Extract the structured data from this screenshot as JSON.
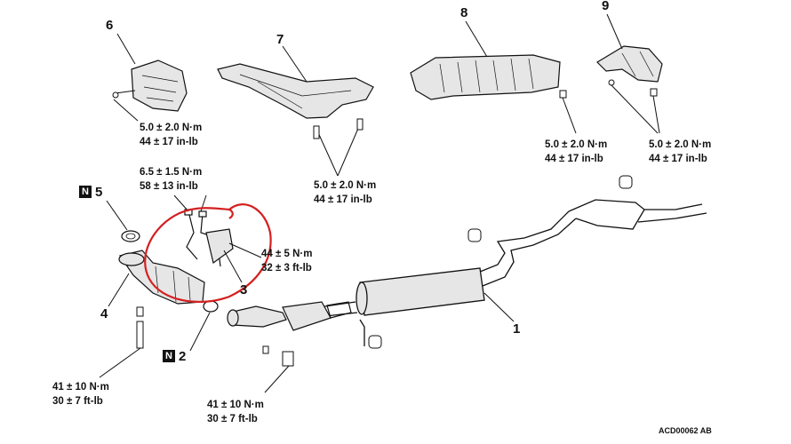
{
  "parts": [
    {
      "number": "1"
    },
    {
      "number": "2",
      "marker": "N"
    },
    {
      "number": "3"
    },
    {
      "number": "4"
    },
    {
      "number": "5",
      "marker": "N"
    },
    {
      "number": "6"
    },
    {
      "number": "7"
    },
    {
      "number": "8"
    },
    {
      "number": "9"
    }
  ],
  "torques": {
    "t6": {
      "line1": "5.0 ± 2.0 N·m",
      "line2": "44 ± 17 in-lb"
    },
    "t7": {
      "line1": "5.0 ± 2.0 N·m",
      "line2": "44 ± 17 in-lb"
    },
    "t8": {
      "line1": "5.0 ± 2.0 N·m",
      "line2": "44 ± 17 in-lb"
    },
    "t9": {
      "line1": "5.0 ± 2.0 N·m",
      "line2": "44 ± 17 in-lb"
    },
    "t_sensor": {
      "line1": "6.5 ± 1.5 N·m",
      "line2": "58 ± 13 in-lb"
    },
    "t3": {
      "line1": "44 ± 5 N·m",
      "line2": "32 ± 3 ft-lb"
    },
    "t4": {
      "line1": "41 ± 10 N·m",
      "line2": "30 ± 7 ft-lb"
    },
    "t_front": {
      "line1": "41 ± 10 N·m",
      "line2": "30 ± 7 ft-lb"
    }
  },
  "figure_code": "ACD00062 AB",
  "colors": {
    "annotation": "#d42020",
    "line": "#111111",
    "fill": "#e6e6e6"
  }
}
